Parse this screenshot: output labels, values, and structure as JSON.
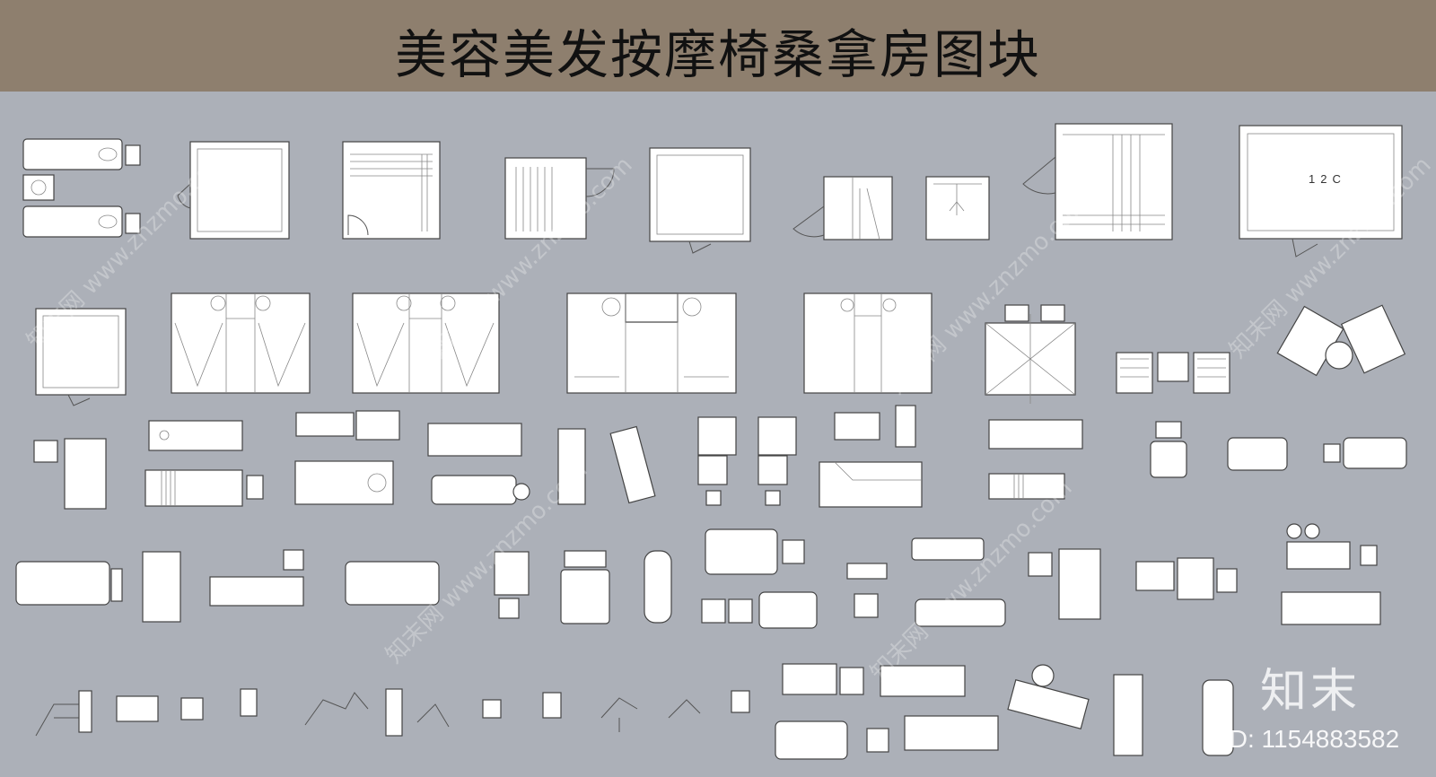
{
  "header": {
    "title": "美容美发按摩椅桑拿房图块"
  },
  "room_label": "12C",
  "watermark": {
    "text": "知末网 www.znzmo.com"
  },
  "logo": {
    "text": "知末"
  },
  "footer": {
    "id_text": "ID: 1154883582"
  },
  "colors": {
    "background": "#acb0b8",
    "header": "#8e7f6e",
    "block_fill": "#ffffff"
  }
}
